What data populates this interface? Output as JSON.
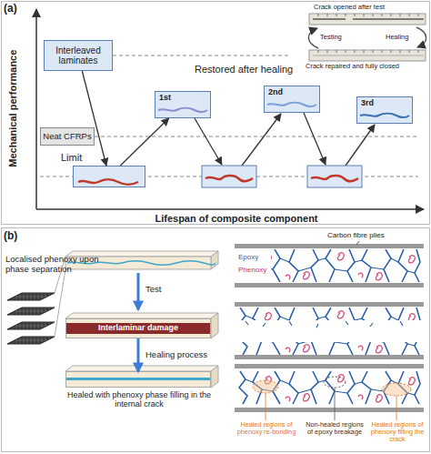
{
  "diagram": {
    "nodes": [
      {
        "text": [
          "Interleaved laminates"
        ]
      },
      {
        "text": [
          "1st"
        ]
      },
      {
        "text": [
          "2nd"
        ]
      },
      {
        "text": [
          "3rd"
        ]
      },
      {
        "text": [
          "Neat CFRPs"
        ]
      },
      {
        "text": [
          "Limit"
        ]
      },
      {
        "text": [
          "Interlaminar damage"
        ]
      },
      {
        "text": [
          "Healed with phenoxy phase filling in the internal crack"
        ]
      }
    ],
    "edges": [
      {
        "from": 0,
        "to": 5,
        "arrow": "to"
      },
      {
        "from": 5,
        "to": 1,
        "arrow": "to"
      },
      {
        "from": 6,
        "to": 7,
        "label": "Healing process",
        "arrow": "to"
      }
    ],
    "labels": [
      "(a)",
      "Mechanical performance",
      "Lifespan of composite component",
      "Restored after healing",
      "Crack opened after test",
      "Testing",
      "Healing",
      "Crack repaired and fully closed",
      "(b)",
      "Localised phenoxy upon phase separation",
      "Test",
      "Carbon fibre plies",
      "Epoxy",
      "Phenoxy",
      "Healed regions of phenoxy re-bonding",
      "Non-healed regions of epoxy breakage",
      "Healed regions of phenoxy filling the crack"
    ]
  }
}
